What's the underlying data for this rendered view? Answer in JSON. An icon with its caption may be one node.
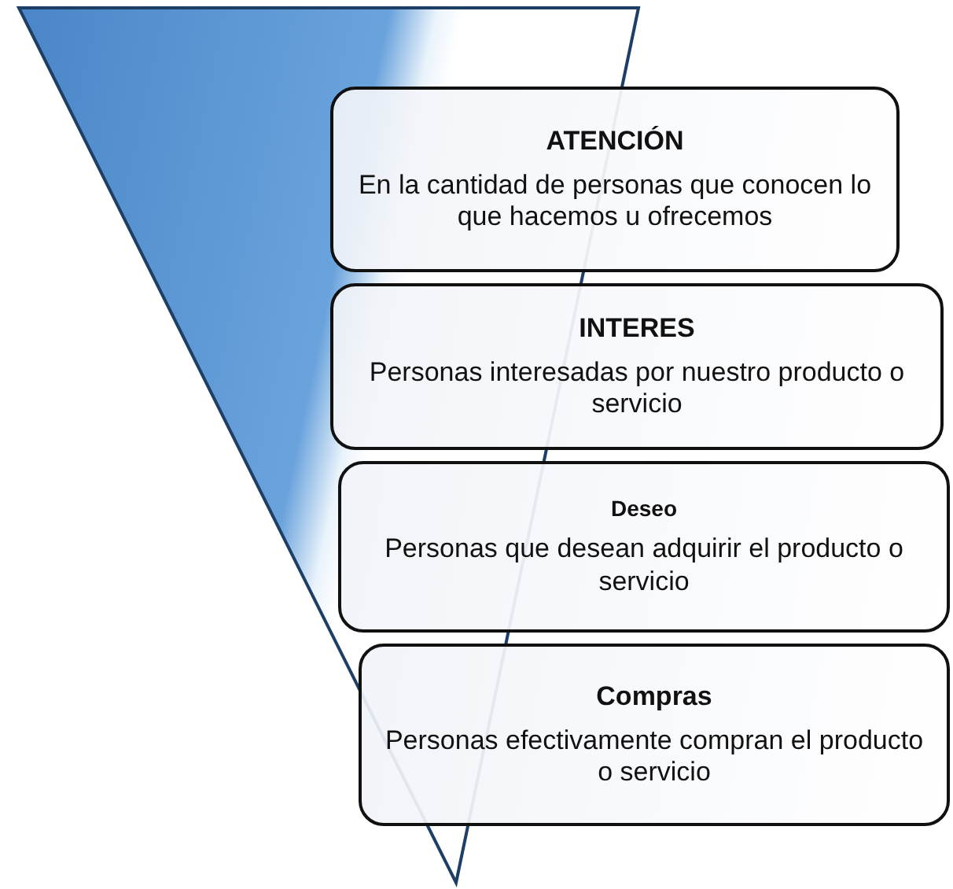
{
  "diagram": {
    "nodes": [
      {
        "text": [],
        "shape": "triangle"
      },
      {
        "text": [
          "ATENCIÓN",
          "En la cantidad de personas que conocen lo que hacemos u ofrecemos"
        ]
      },
      {
        "text": [
          "INTERES",
          "Personas interesadas por nuestro producto o servicio"
        ]
      },
      {
        "text": [
          "Deseo",
          "Personas que desean adquirir el producto o servicio"
        ]
      },
      {
        "text": [
          "Compras",
          "Personas efectivamente compran el producto o servicio"
        ]
      }
    ]
  }
}
